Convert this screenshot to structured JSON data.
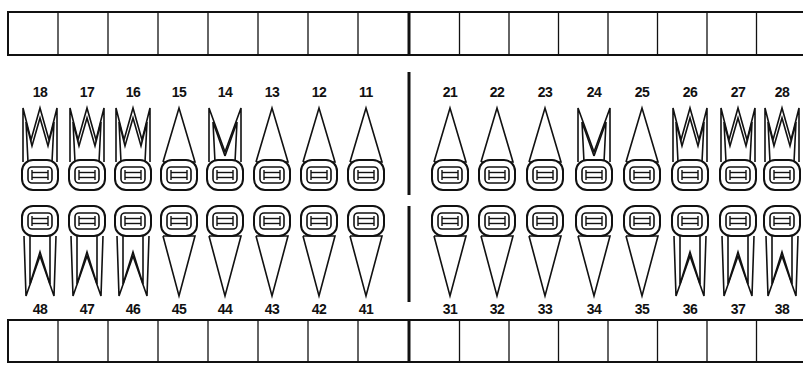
{
  "diagram": {
    "labels": [
      "18",
      "17",
      "16",
      "15",
      "14",
      "13",
      "12",
      "11",
      "21",
      "22",
      "23",
      "24",
      "25",
      "26",
      "27",
      "28",
      "48",
      "47",
      "46",
      "45",
      "44",
      "43",
      "42",
      "41",
      "31",
      "32",
      "33",
      "34",
      "35",
      "36",
      "37",
      "38"
    ]
  }
}
